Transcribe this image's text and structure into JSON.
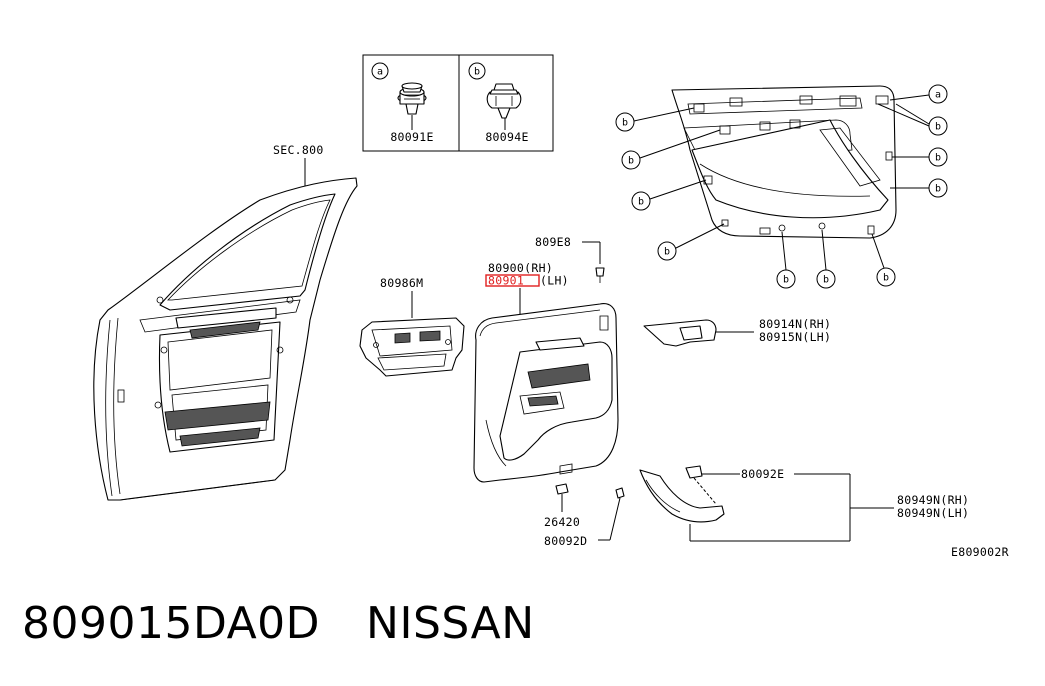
{
  "labels": {
    "sec": "SEC.800",
    "p80091e": "80091E",
    "p80094e": "80094E",
    "p809e8": "809E8",
    "p80900": "80900(RH)",
    "p80901": "80901",
    "p80901_lh": "(LH)",
    "p80986m": "80986M",
    "p80914n": "80914N(RH)",
    "p80915n": "80915N(LH)",
    "p80092e": "80092E",
    "p80949n_rh": "80949N(RH)",
    "p80949n_lh": "80949N(LH)",
    "p26420": "26420",
    "p80092d": "80092D",
    "code": "E809002R"
  },
  "bubbles": {
    "a": "a",
    "b": "b"
  },
  "highlight_color": "#e02020",
  "footer": {
    "part_number": "809015DA0D",
    "brand": "NISSAN"
  }
}
